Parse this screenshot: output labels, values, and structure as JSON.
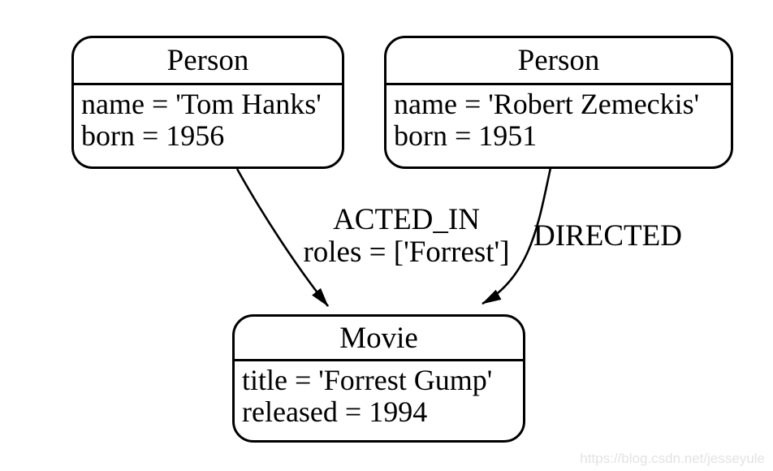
{
  "colors": {
    "background": "#ffffff",
    "stroke": "#000000",
    "watermark_text": "#e3e3e3"
  },
  "graph": {
    "type": "property-graph-diagram",
    "nodes": [
      {
        "label": "Person",
        "properties": [
          "name = 'Tom Hanks'",
          "born = 1956"
        ]
      },
      {
        "label": "Person",
        "properties": [
          "name = 'Robert Zemeckis'",
          "born = 1951"
        ]
      },
      {
        "label": "Movie",
        "properties": [
          "title = 'Forrest Gump'",
          "released = 1994"
        ]
      }
    ],
    "edges": [
      {
        "from": "Person (Tom Hanks)",
        "to": "Movie (Forrest Gump)",
        "label": "ACTED_IN",
        "property": "roles = ['Forrest']"
      },
      {
        "from": "Person (Robert Zemeckis)",
        "to": "Movie (Forrest Gump)",
        "label": "DIRECTED"
      }
    ]
  },
  "watermark": "https://blog.csdn.net/jesseyule"
}
